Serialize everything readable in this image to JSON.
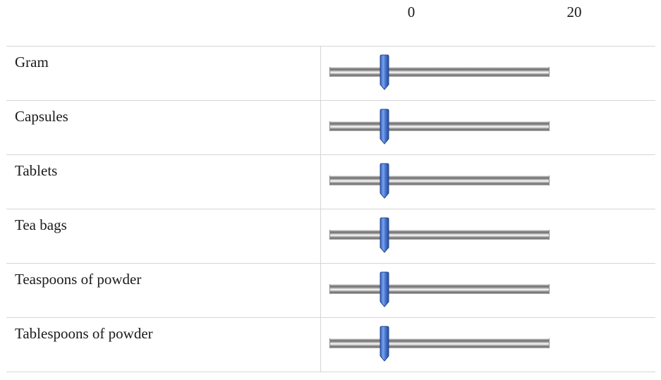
{
  "scale": {
    "min_label": "0",
    "max_label": "20",
    "min": 0,
    "max": 20
  },
  "rows": [
    {
      "label": "Gram",
      "value": 5
    },
    {
      "label": "Capsules",
      "value": 5
    },
    {
      "label": "Tablets",
      "value": 5
    },
    {
      "label": "Tea bags",
      "value": 5
    },
    {
      "label": "Teaspoons of powder",
      "value": 5
    },
    {
      "label": "Tablespoons of powder",
      "value": 5
    }
  ],
  "colors": {
    "thumb_fill": "#4a78d0",
    "thumb_edge": "#2a4f9a",
    "grid_line": "#d6d6d6"
  },
  "icons": {
    "thumb": "slider-thumb-icon"
  }
}
